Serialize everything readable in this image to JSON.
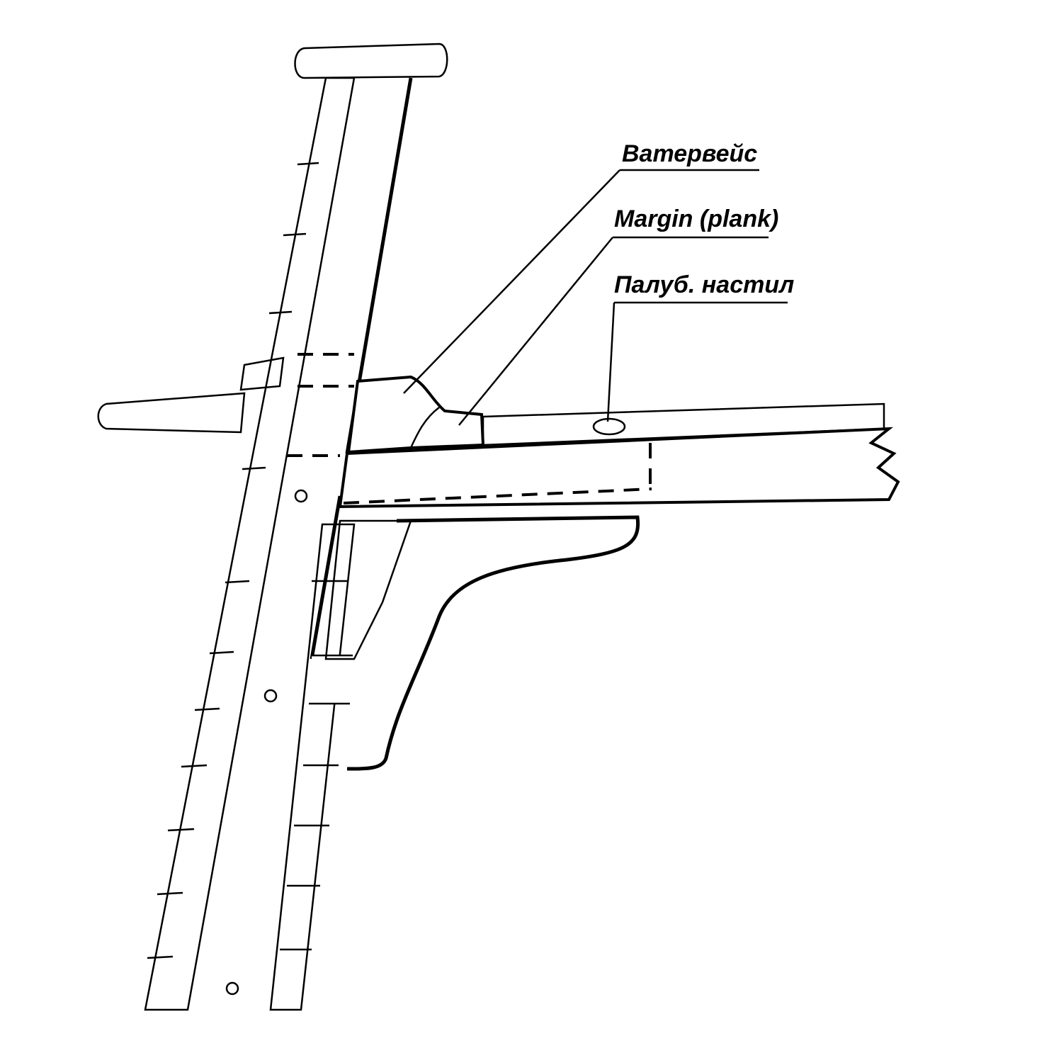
{
  "labels": {
    "waterway": "Ватервейс",
    "margin_plank": "Margin (plank)",
    "deck_planking": "Палуб. настил"
  }
}
